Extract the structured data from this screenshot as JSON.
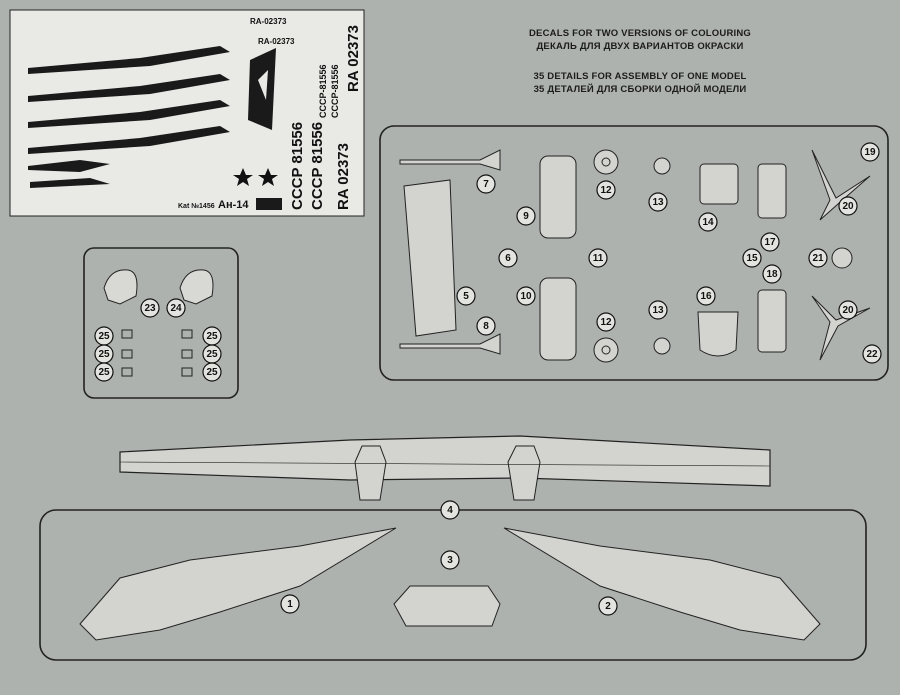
{
  "headings": {
    "line1": "DECALS FOR TWO VERSIONS OF COLOURING",
    "line2": "ДЕКАЛЬ ДЛЯ ДВУХ ВАРИАНТОВ ОКРАСКИ",
    "line3": "35 DETAILS FOR ASSEMBLY OF ONE MODEL",
    "line4": "35 ДЕТАЛЕЙ ДЛЯ СБОРКИ ОДНОЙ МОДЕЛИ"
  },
  "decal_sheet": {
    "reg_top": "RA-02373",
    "reg_mid": "RA-02373",
    "reg_big": "CCCP 81556",
    "reg_big2": "CCCP 81556",
    "reg_small": "CCCP-81556",
    "reg_small2": "CCCP-81556",
    "reg_ra": "RA 02373",
    "reg_ra2": "RA 02373",
    "kat": "Kat №1456",
    "model": "Ан-14"
  },
  "part_numbers": [
    "1",
    "2",
    "3",
    "4",
    "5",
    "6",
    "7",
    "8",
    "9",
    "10",
    "11",
    "12",
    "12",
    "13",
    "13",
    "14",
    "15",
    "16",
    "17",
    "18",
    "19",
    "20",
    "20",
    "21",
    "22",
    "23",
    "24",
    "25",
    "25",
    "25",
    "25",
    "25",
    "25"
  ]
}
